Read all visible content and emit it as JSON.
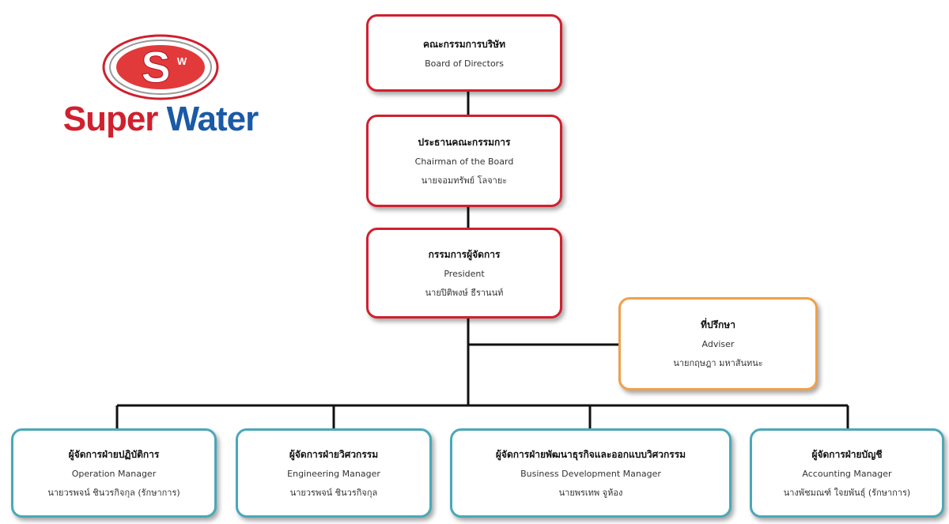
{
  "logo": {
    "emblem_letter": "S",
    "emblem_sub": "W",
    "word1": "Super",
    "word2": "Water",
    "red": "#d0202e",
    "blue": "#1a5aa6"
  },
  "colors": {
    "executive_border": "#d0202e",
    "adviser_border": "#f0a04b",
    "manager_border": "#4aa8b8",
    "connector": "#111111"
  },
  "board": {
    "th": "คณะกรรมการบริษัท",
    "en": "Board of Directors"
  },
  "chairman": {
    "th": "ประธานคณะกรรมการ",
    "en": "Chairman of the Board",
    "name": "นายจอมทรัพย์ โลจายะ"
  },
  "president": {
    "th": "กรรมการผู้จัดการ",
    "en": "President",
    "name": "นายปิติพงษ์ ธีรานนท์"
  },
  "adviser": {
    "th": "ที่ปรึกษา",
    "en": "Adviser",
    "name": "นายกฤษฎา มหาสันทนะ"
  },
  "managers": [
    {
      "th": "ผู้จัดการฝ่ายปฏิบัติการ",
      "en": "Operation Manager",
      "name": "นายวรพจน์ ชินวรกิจกุล (รักษาการ)"
    },
    {
      "th": "ผู้จัดการฝ่ายวิศวกรรม",
      "en": "Engineering Manager",
      "name": "นายวรพจน์ ชินวรกิจกุล"
    },
    {
      "th": "ผู้จัดการฝ่ายพัฒนาธุรกิจและออกแบบวิศวกรรม",
      "en": "Business Development Manager",
      "name": "นายพรเทพ จูห้อง"
    },
    {
      "th": "ผู้จัดการฝ่ายบัญชี",
      "en": "Accounting Manager",
      "name": "นางพัชมณฑ์ ใจยพันธุ์ (รักษาการ)"
    }
  ]
}
